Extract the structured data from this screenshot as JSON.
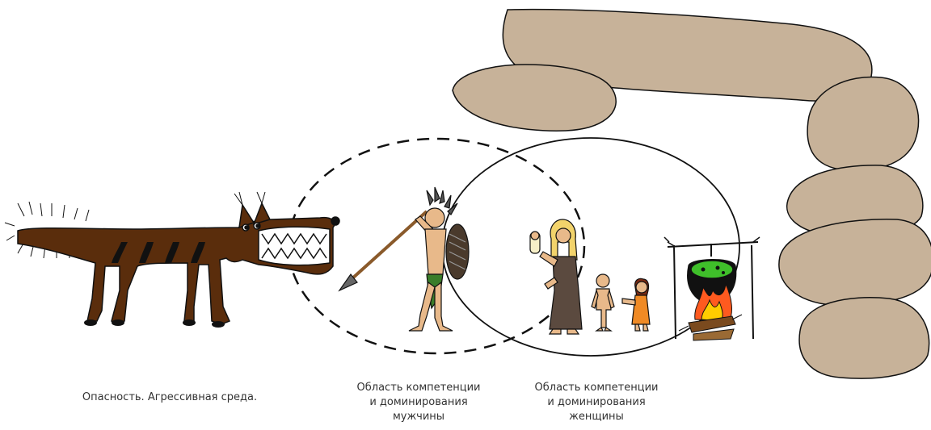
{
  "captions": {
    "danger": "Опасность. Агрессивная среда.",
    "male": [
      "Область компетенции",
      "и доминирования",
      "мужчины"
    ],
    "female": [
      "Область компетенции",
      "и доминирования",
      "женщины"
    ]
  },
  "colors": {
    "rock": "#c7b299",
    "wolf": "#5a2d0c",
    "outline": "#111111",
    "skin": "#e8b98a",
    "dress": "#5b4a3f",
    "child_dress": "#f08a24",
    "hair": "#f2d36b",
    "stew": "#3fbf2a",
    "fire": "#ff5a1f",
    "log": "#7a4a1e",
    "spear_shaft": "#8a5a2b",
    "loincloth": "#3a7d2a"
  },
  "icons": [
    "wolf",
    "hunter",
    "woman",
    "boy",
    "girl",
    "cauldron",
    "campfire",
    "cave"
  ]
}
